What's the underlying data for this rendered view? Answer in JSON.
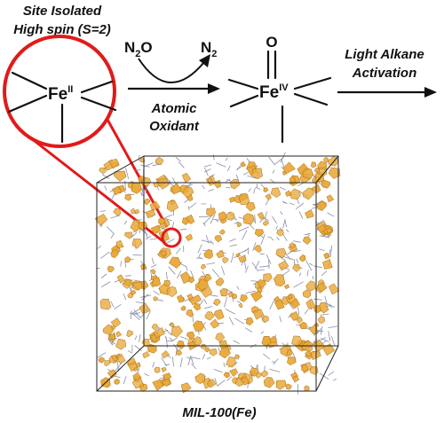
{
  "labels": {
    "state_line1": "Site Isolated",
    "state_line2_prefix": "High spin (",
    "state_line2_spin": "S",
    "state_line2_suffix": "=2)",
    "reagent_n": "N",
    "reagent_sub": "2",
    "reagent_o": "O",
    "product_n": "N",
    "product_sub": "2",
    "arrow1_line1": "Atomic",
    "arrow1_line2": "Oxidant",
    "arrow2_line1": "Light Alkane",
    "arrow2_line2": "Activation",
    "fe_ii_symbol": "Fe",
    "fe_ii_ox": "II",
    "fe_iv_symbol": "Fe",
    "fe_iv_ox": "IV",
    "oxo_symbol": "O",
    "material_name": "MIL-100(Fe)"
  },
  "colors": {
    "highlight_red": "#e21a1a",
    "cluster_gold": "#e9a93a",
    "linker_gray": "#8a8fa6",
    "ink": "#111111"
  }
}
